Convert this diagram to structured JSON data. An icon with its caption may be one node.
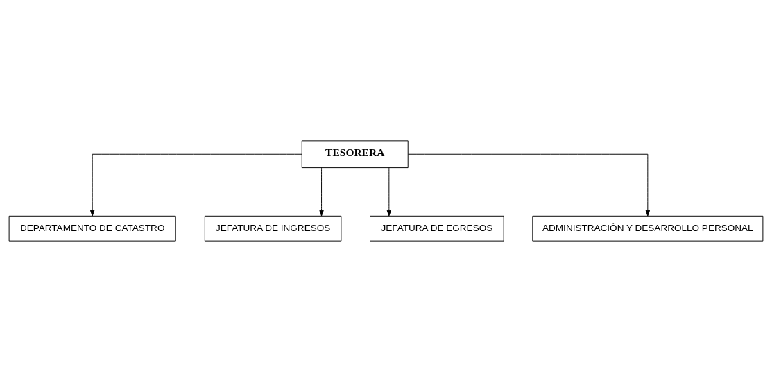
{
  "diagram": {
    "nodes": [
      {
        "text": [
          "TESORERA"
        ]
      },
      {
        "text": [
          "DEPARTAMENTO DE CATASTRO"
        ]
      },
      {
        "text": [
          "JEFATURA DE INGRESOS"
        ]
      },
      {
        "text": [
          "JEFATURA DE EGRESOS"
        ]
      },
      {
        "text": [
          "ADMINISTRACIÓN Y DESARROLLO PERSONAL"
        ]
      }
    ],
    "edges": [
      {
        "from": 0,
        "to": 1,
        "arrow": "to"
      },
      {
        "from": 0,
        "to": 2,
        "arrow": "to"
      },
      {
        "from": 0,
        "to": 3,
        "arrow": "to"
      },
      {
        "from": 0,
        "to": 4,
        "arrow": "to"
      }
    ]
  }
}
